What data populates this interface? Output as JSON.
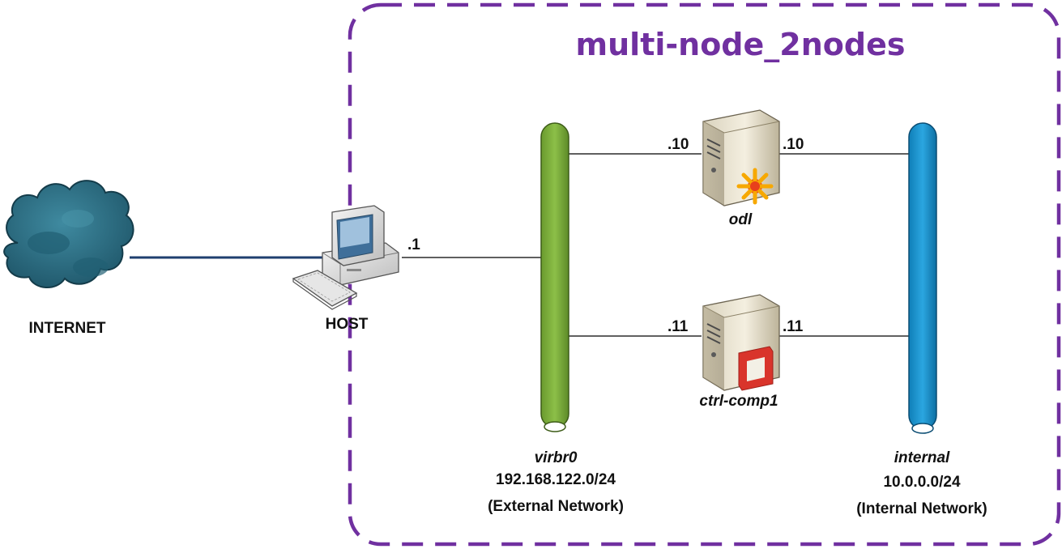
{
  "title": "multi-node_2nodes",
  "colors": {
    "frame": "#7030a0",
    "title": "#7030a0",
    "external_bus": "#7aa83a",
    "internal_bus": "#1e90c8",
    "cloud": "#2f6f83",
    "host_link": "#1f3f6f",
    "line": "#000000"
  },
  "internet": {
    "label": "INTERNET",
    "icon": "cloud-icon"
  },
  "host": {
    "label": "HOST",
    "address": ".1",
    "icon": "desktop-computer-icon"
  },
  "external_network": {
    "name": "virbr0",
    "cidr": "192.168.122.0/24",
    "description": "(External Network)"
  },
  "internal_network": {
    "name": "internal",
    "cidr": "10.0.0.0/24",
    "description": "(Internal Network)"
  },
  "nodes": [
    {
      "name": "odl",
      "external_ip": ".10",
      "internal_ip": ".10",
      "badge": "opendaylight-icon",
      "icon": "server-icon"
    },
    {
      "name": "ctrl-comp1",
      "external_ip": ".11",
      "internal_ip": ".11",
      "badge": "openstack-icon",
      "icon": "server-icon"
    }
  ]
}
